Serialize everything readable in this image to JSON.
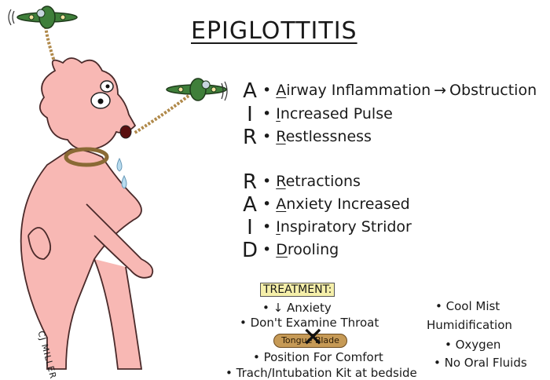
{
  "title": "EPIGLOTTITIS",
  "mnemonic": [
    {
      "letter": "A",
      "initial": "A",
      "rest": "irway Inflammation",
      "arrow": "→",
      "suffix": "Obstruction"
    },
    {
      "letter": "I",
      "initial": "I",
      "rest": "ncreased Pulse"
    },
    {
      "letter": "R",
      "initial": "R",
      "rest": "estlessness"
    },
    {
      "letter": "R",
      "initial": "R",
      "rest": "etractions"
    },
    {
      "letter": "A",
      "initial": "A",
      "rest": "nxiety Increased"
    },
    {
      "letter": "I",
      "initial": "I",
      "rest": "nspiratory Stridor"
    },
    {
      "letter": "D",
      "initial": "D",
      "rest": "rooling"
    }
  ],
  "treatment": {
    "heading": "TREATMENT:",
    "left": [
      "• ↓ Anxiety",
      "• Don't Examine Throat",
      "• Position For Comfort",
      "• Trach/Intubation Kit at bedside"
    ],
    "tongue_blade": "Tongue Blade",
    "right": [
      "• Cool Mist",
      "Humidification",
      "• Oxygen",
      "• No Oral Fluids"
    ]
  },
  "signature": "CJ MILLER",
  "colors": {
    "skin": "#f8b8b4",
    "skin_outline": "#4a2a2a",
    "plane": "#3f7f3a",
    "rope": "#b0894a",
    "highlight": "#f5efaa"
  }
}
